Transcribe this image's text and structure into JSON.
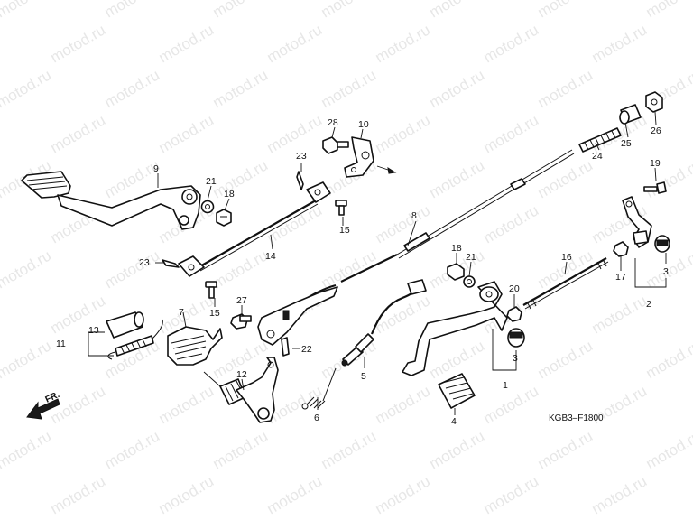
{
  "watermark": "motod.ru",
  "diagram_code": "KGB3–F1800",
  "direction_label": "FR.",
  "callouts": [
    "1",
    "2",
    "3",
    "4",
    "5",
    "6",
    "7",
    "8",
    "9",
    "10",
    "11",
    "12",
    "13",
    "14",
    "15",
    "16",
    "17",
    "18",
    "19",
    "20",
    "21",
    "22",
    "23",
    "24",
    "25",
    "26",
    "27",
    "28"
  ],
  "colors": {
    "ink": "#111111",
    "watermark": "#e7e7e7",
    "background": "#ffffff"
  },
  "icons": [
    "fr-arrow-icon"
  ]
}
